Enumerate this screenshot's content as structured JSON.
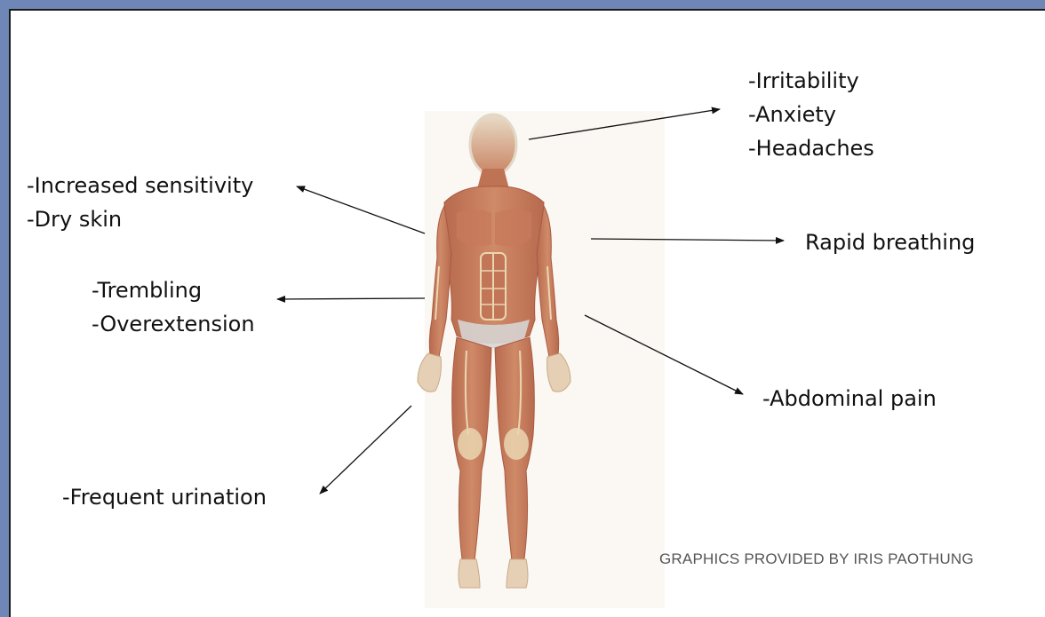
{
  "labels": {
    "head": [
      "-Irritability",
      "-Anxiety",
      "-Headaches"
    ],
    "skin": [
      "-Increased sensitivity",
      "-Dry skin"
    ],
    "breathing": [
      "Rapid breathing"
    ],
    "muscles": [
      "-Trembling",
      "-Overextension"
    ],
    "abdomen": [
      "-Abdominal pain"
    ],
    "urination": [
      "-Frequent urination"
    ]
  },
  "credit": "GRAPHICS PROVIDED BY IRIS PAOTHUNG",
  "figure": {
    "icon": "muscular-body-figure",
    "skin_color": "#c9825f",
    "muscle_color": "#b05a45",
    "tendon_color": "#ecd9b3"
  },
  "colors": {
    "border": "#6f87b6",
    "inner_border": "#1b1b1b",
    "arrow": "#111111"
  }
}
